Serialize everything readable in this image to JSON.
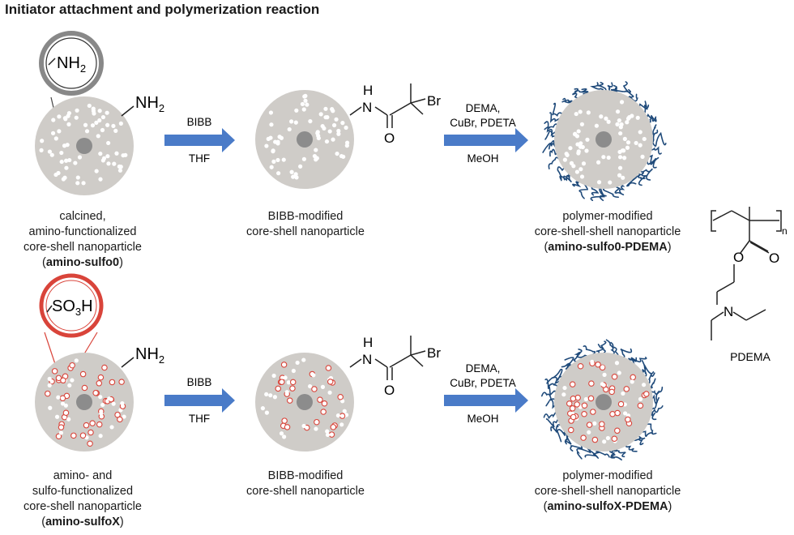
{
  "title": "Initiator attachment and polymerization reaction",
  "colors": {
    "particle": "#cfccc8",
    "core": "#8c8c8c",
    "arrow": "#4a7bc8",
    "polymer": "#1f4a7a",
    "sulfo_ring": "#d9443a",
    "pore_white": "#ffffff"
  },
  "row1": {
    "callout": "NH",
    "callout_sub": "2",
    "group_label": "NH",
    "group_sub": "2",
    "caption_lines": [
      "calcined,",
      "amino-functionalized",
      "core-shell nanoparticle",
      "(",
      "amino-sulfo0",
      ")"
    ],
    "arrow1": {
      "top": "BIBB",
      "bottom": "THF"
    },
    "mid_caption": [
      "BIBB-modified",
      "core-shell nanoparticle"
    ],
    "arrow2": {
      "top1": "DEMA,",
      "top2": "CuBr, PDETA",
      "bottom": "MeOH"
    },
    "end_caption": [
      "polymer-modified",
      "core-shell-shell nanoparticle",
      "(",
      "amino-sulfo0-PDEMA",
      ")"
    ]
  },
  "row2": {
    "callout": "SO",
    "callout_sub": "3",
    "callout_tail": "H",
    "group_label": "NH",
    "group_sub": "2",
    "caption_lines": [
      "amino- and",
      "sulfo-functionalized",
      "core-shell nanoparticle",
      "(",
      "amino-sulfoX",
      ")"
    ],
    "arrow1": {
      "top": "BIBB",
      "bottom": "THF"
    },
    "mid_caption": [
      "BIBB-modified",
      "core-shell nanoparticle"
    ],
    "arrow2": {
      "top1": "DEMA,",
      "top2": "CuBr, PDETA",
      "bottom": "MeOH"
    },
    "end_caption": [
      "polymer-modified",
      "core-shell-shell nanoparticle",
      "(",
      "amino-sulfoX-PDEMA",
      ")"
    ]
  },
  "initiator": {
    "nh_h": "H",
    "nh_n": "N",
    "o": "O",
    "br": "Br"
  },
  "pdema": {
    "label": "PDEMA",
    "n": "n",
    "o1": "O",
    "o2": "O",
    "n_atom": "N"
  }
}
